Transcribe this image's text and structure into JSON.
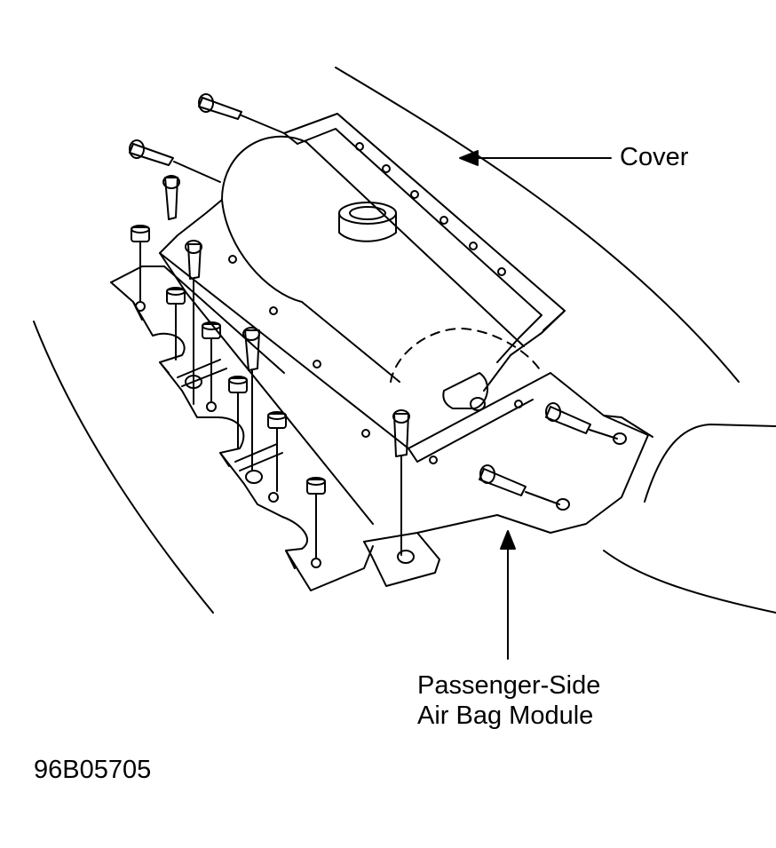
{
  "labels": {
    "cover": "Cover",
    "module_line1": "Passenger-Side",
    "module_line2": "Air Bag Module",
    "figure_id": "96B05705"
  },
  "colors": {
    "ink": "#000000",
    "paper": "#ffffff"
  }
}
